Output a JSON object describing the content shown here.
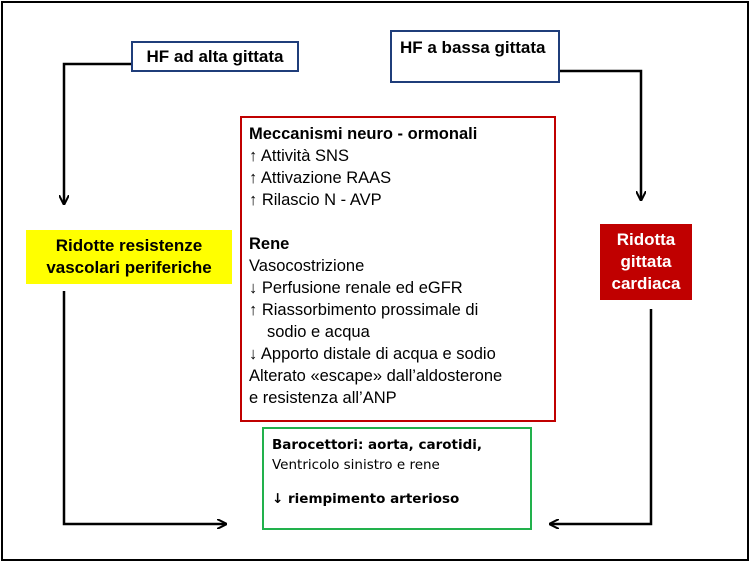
{
  "hf_alta": "HF ad alta gittata",
  "hf_bassa": "HF a bassa gittata",
  "ridotte_resistenze": [
    "Ridotte resistenze",
    "vascolari periferiche"
  ],
  "ridotta_gittata": [
    "Ridotta",
    "gittata",
    "cardiaca"
  ],
  "center": {
    "meccanismi_title": "Meccanismi neuro - ormonali",
    "meccanismi_items": [
      "↑ Attività SNS",
      "↑ Attivazione RAAS",
      "↑ Rilascio N - AVP"
    ],
    "rene_title": "Rene",
    "rene_items": [
      "Vasocostrizione",
      "↓ Perfusione renale ed eGFR",
      "↑ Riassorbimento prossimale di",
      "sodio e acqua",
      "↓ Apporto distale di acqua e sodio",
      "Alterato «escape» dall’aldosterone",
      "e resistenza all’ANP"
    ]
  },
  "barocettori": {
    "line1": "Barocettori: aorta, carotidi,",
    "line2": "Ventricolo sinistro e rene",
    "line3": "↓ riempimento arterioso"
  },
  "colors": {
    "blue_border": "#1f3d7a",
    "red": "#c00000",
    "yellow": "#ffff00",
    "green": "#22b14c"
  }
}
